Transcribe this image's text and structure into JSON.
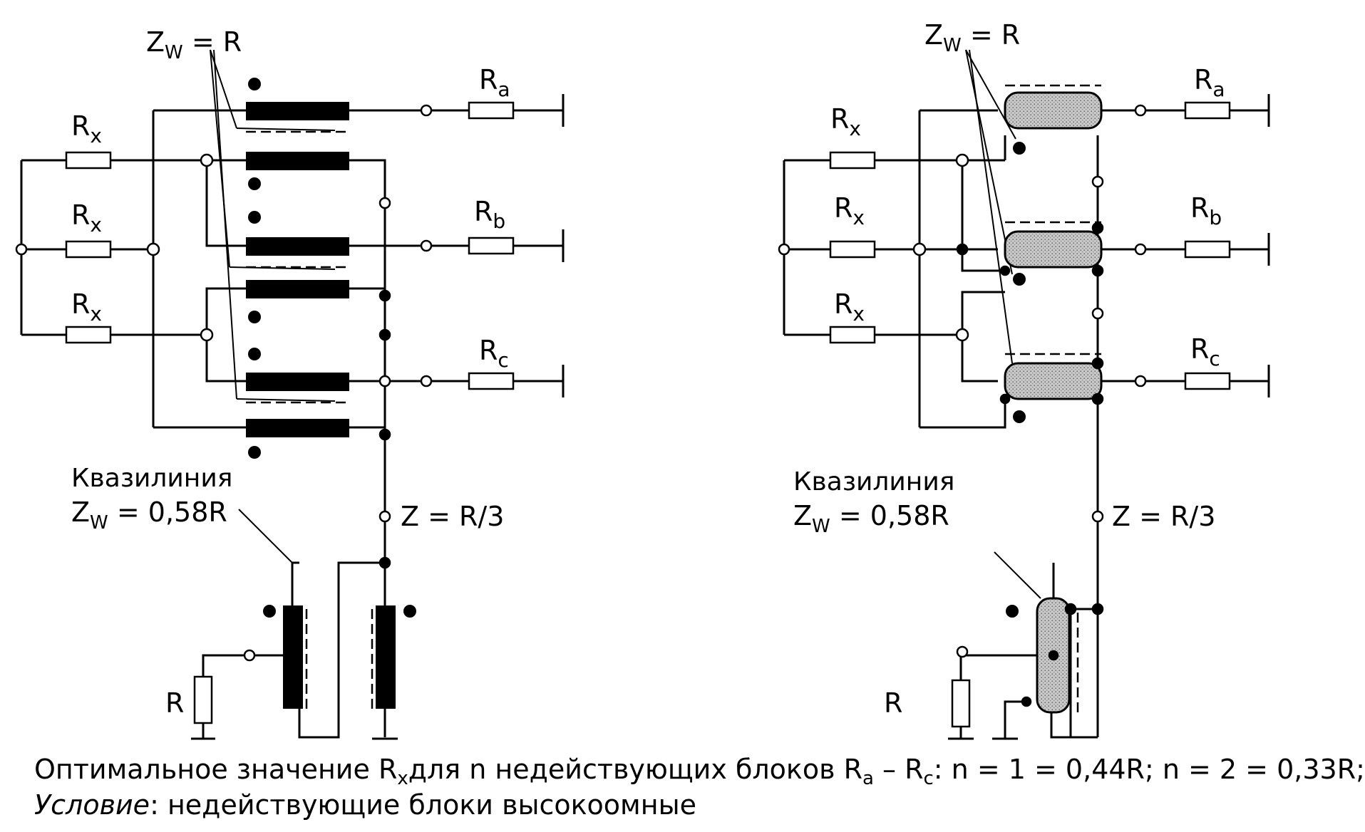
{
  "left": {
    "zw_top": {
      "main": "Z",
      "sub": "W",
      "rest": " = R"
    },
    "rx_labels": [
      {
        "main": "R",
        "sub": "x"
      },
      {
        "main": "R",
        "sub": "x"
      },
      {
        "main": "R",
        "sub": "x"
      }
    ],
    "out_labels": [
      {
        "main": "R",
        "sub": "a"
      },
      {
        "main": "R",
        "sub": "b"
      },
      {
        "main": "R",
        "sub": "c"
      }
    ],
    "quasi_title": "Квазилиния",
    "quasi_zw": {
      "main": "Z",
      "sub": "W",
      "rest": " = 0,58R"
    },
    "z_label": "Z = R/3",
    "r_label": "R"
  },
  "right": {
    "zw_top": {
      "main": "Z",
      "sub": "W",
      "rest": " = R"
    },
    "rx_labels": [
      {
        "main": "R",
        "sub": "x"
      },
      {
        "main": "R",
        "sub": "x"
      },
      {
        "main": "R",
        "sub": "x"
      }
    ],
    "out_labels": [
      {
        "main": "R",
        "sub": "a"
      },
      {
        "main": "R",
        "sub": "b"
      },
      {
        "main": "R",
        "sub": "c"
      }
    ],
    "quasi_title": "Квазилиния",
    "quasi_zw": {
      "main": "Z",
      "sub": "W",
      "rest": " = 0,58R"
    },
    "z_label": "Z = R/3",
    "r_label": "R"
  },
  "caption": {
    "line1_a": "Оптимальное значение R",
    "line1_sub": "x",
    "line1_b": "для n недействующих блоков R",
    "line1_sub2": "a",
    "line1_c": " – R",
    "line1_sub3": "c",
    "line1_d": ": n = 1 = 0,44R; n = 2 = 0,33R;",
    "line2_label": "Условие",
    "line2_text": ": недействующие блоки высокоомные"
  }
}
